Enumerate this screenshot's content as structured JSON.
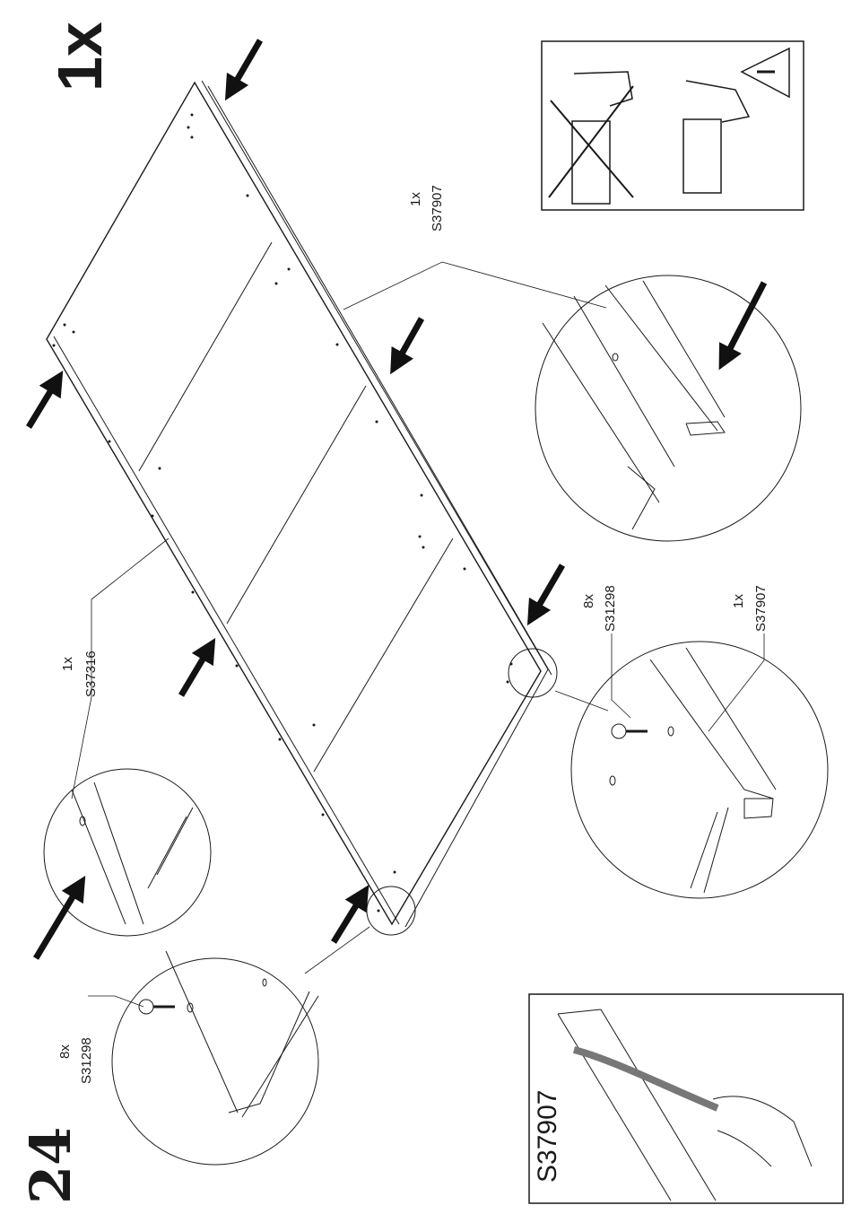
{
  "step": {
    "number": "24",
    "quantity": "1x"
  },
  "callouts": {
    "top_strip": {
      "qty": "1x",
      "part": "S37907"
    },
    "left_strip": {
      "qty": "1x",
      "part": "S37316"
    },
    "screws_right": {
      "qty": "8x",
      "part": "S31298"
    },
    "strip_right": {
      "qty": "1x",
      "part": "S37907"
    },
    "screws_left": {
      "qty": "8x",
      "part": "S31298"
    }
  },
  "tape_panel": {
    "part": "S37907"
  },
  "colors": {
    "ink": "#1a1a1a",
    "background": "#ffffff",
    "arrow": "#111111"
  }
}
